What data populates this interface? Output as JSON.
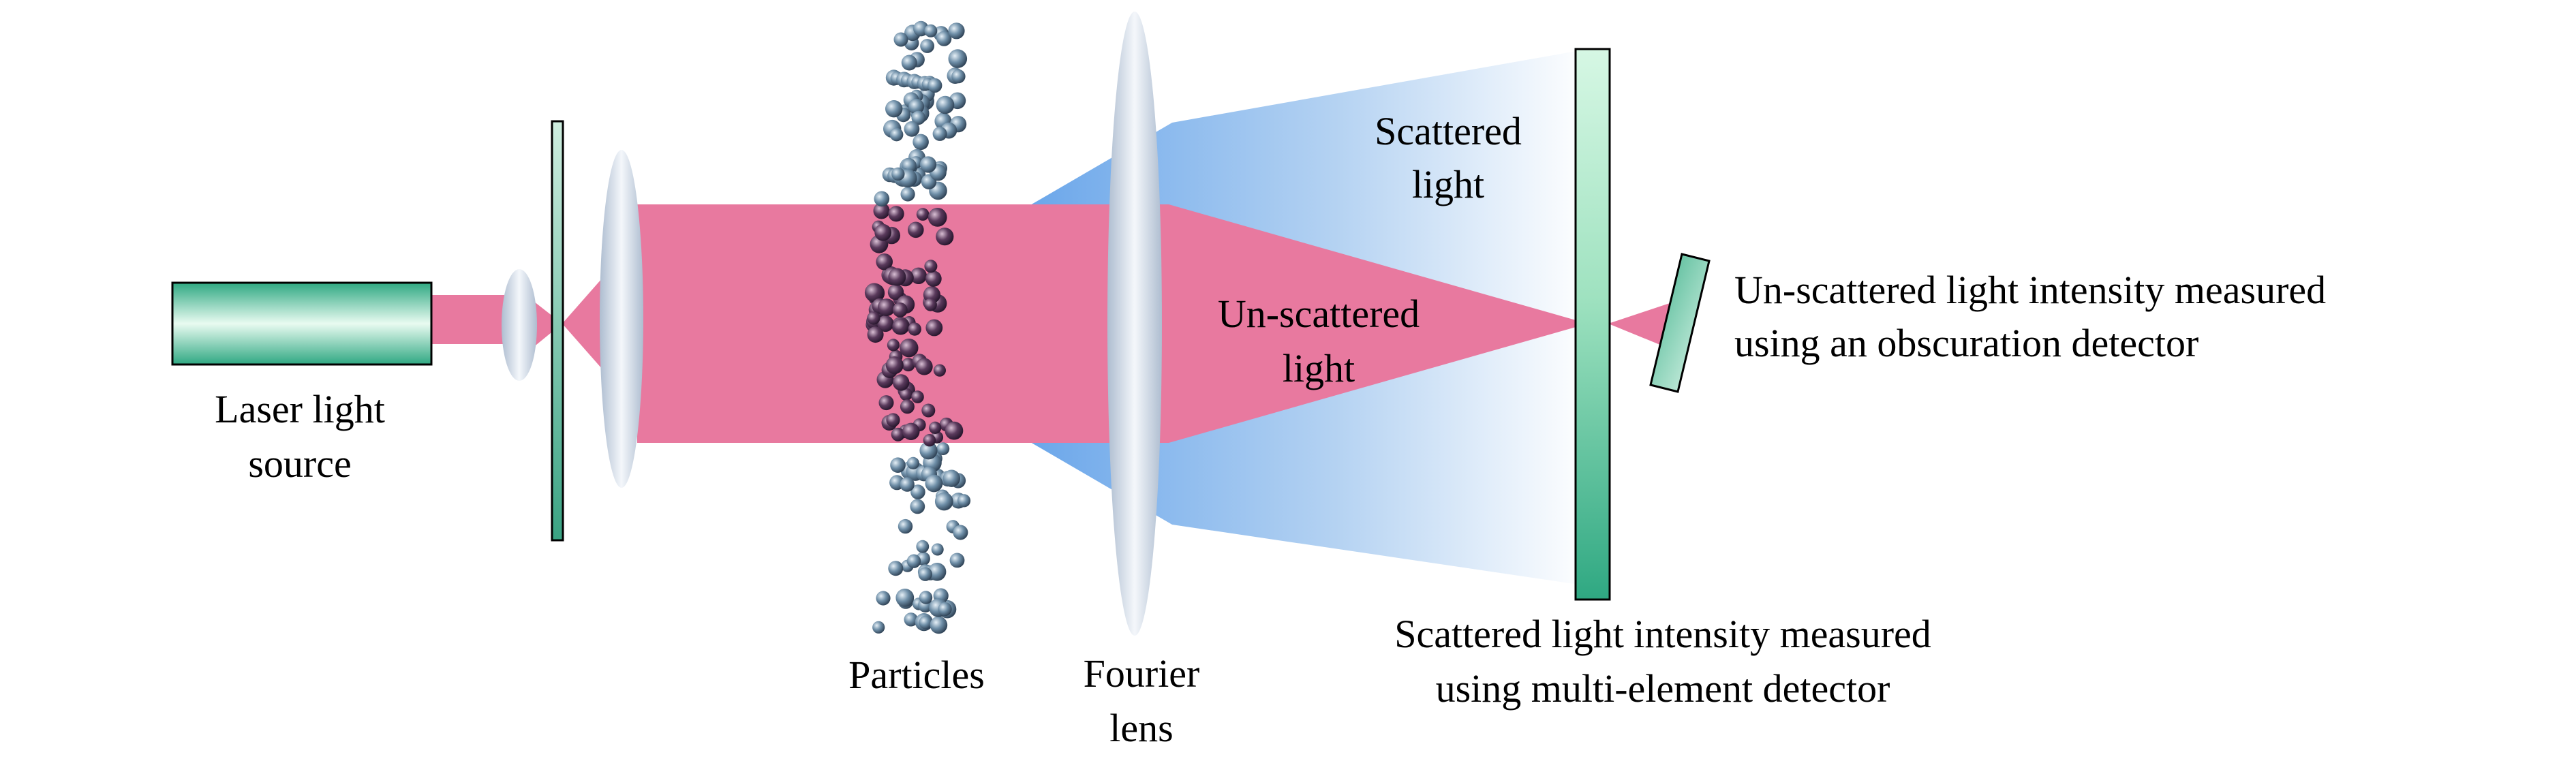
{
  "labels": {
    "laser_line1": "Laser light",
    "laser_line2": "source",
    "particles": "Particles",
    "fourier_line1": "Fourier",
    "fourier_line2": "lens",
    "scattered_line1": "Scattered",
    "scattered_line2": "light",
    "unscattered_line1": "Un-scattered",
    "unscattered_line2": "light",
    "multi_line1": "Scattered light intensity measured",
    "multi_line2": "using multi-element detector",
    "obscuration_line1": "Un-scattered light intensity measured",
    "obscuration_line2": "using an obscuration detector"
  },
  "colors": {
    "beam": "#e8799f",
    "scatter": "#7fb2e8",
    "detector_light": "#d6f7e4",
    "detector_dark": "#2fa882",
    "lens": "#c9d6e6",
    "particle_blue": "#6f8fa8",
    "particle_purple": "#5a3a5c",
    "text": "#000000"
  }
}
